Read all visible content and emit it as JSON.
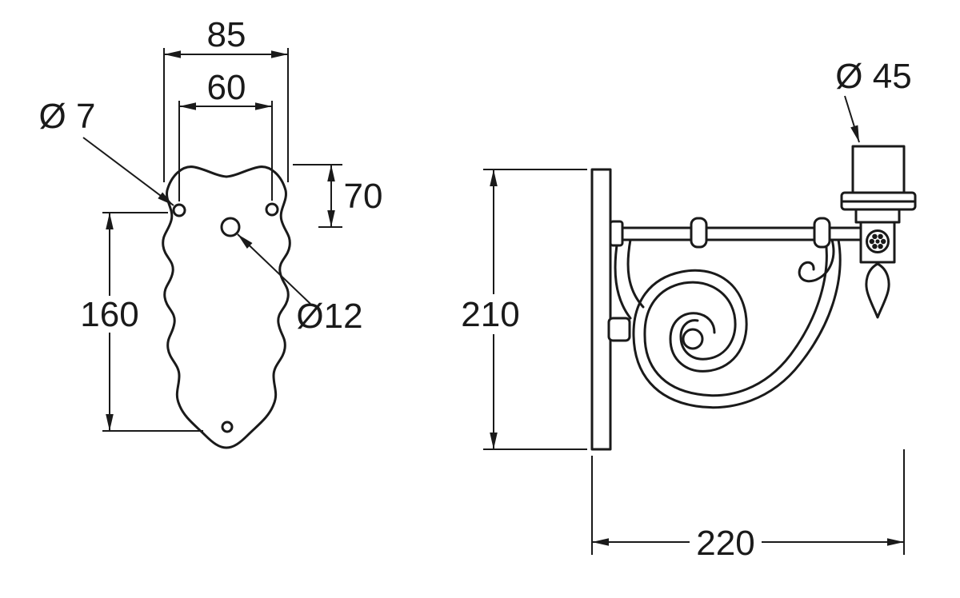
{
  "drawing": {
    "kind": "technical-dimension-drawing",
    "subject": "wall bracket lamp holder",
    "background": "#ffffff",
    "line_color": "#1a1a1a",
    "views": {
      "front": {
        "name": "mounting-plate-front-view",
        "dims": {
          "plate_width": "85",
          "hole_spacing": "60",
          "screw_hole_dia": "Ø 7",
          "top_to_center_hole": "70",
          "hole_vertical_span": "160",
          "center_hole_dia": "Ø12"
        }
      },
      "side": {
        "name": "bracket-side-view",
        "dims": {
          "plate_height": "210",
          "socket_dia": "Ø 45",
          "projection": "220"
        }
      }
    }
  }
}
